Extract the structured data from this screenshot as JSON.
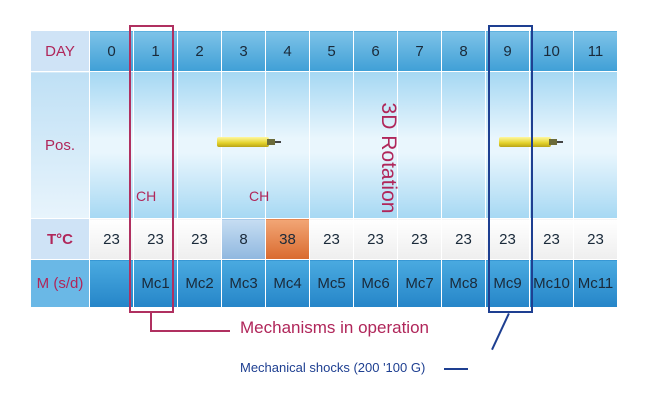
{
  "headers": {
    "day": "DAY",
    "position": "Pos.",
    "temperature": "T°C",
    "mechanism": "M (s/d)"
  },
  "days": [
    "0",
    "1",
    "2",
    "3",
    "4",
    "5",
    "6",
    "7",
    "8",
    "9",
    "10",
    "11"
  ],
  "temperatures": [
    "23",
    "23",
    "23",
    "8",
    "38",
    "23",
    "23",
    "23",
    "23",
    "23",
    "23",
    "23"
  ],
  "mechanisms": [
    "",
    "Mc1",
    "Mc2",
    "Mc3",
    "Mc4",
    "Mc5",
    "Mc6",
    "Mc7",
    "Mc8",
    "Mc9",
    "Mc10",
    "Mc11"
  ],
  "annotations": {
    "ch_first": "CH",
    "ch_second": "CH",
    "rotation": "3D Rotation"
  },
  "callouts": {
    "mechanisms": "Mechanisms in operation",
    "shocks": "Mechanical shocks (200 '100 G)"
  },
  "colors": {
    "header_red": "#b0265a",
    "highlight_red": "#b03060",
    "highlight_blue": "#1e3f91",
    "day_blue": "#3f9fd6",
    "hot_orange": "#d96a2e",
    "cold_blue": "#8fb7df"
  }
}
